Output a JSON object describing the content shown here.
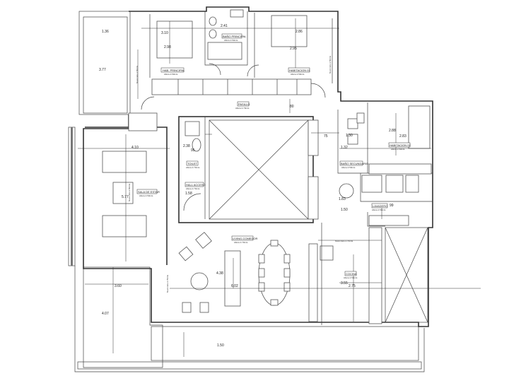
{
  "rooms": [
    {
      "name": "HAB. PRINCIPAL",
      "height": "Altura 2.50mts"
    },
    {
      "name": "BAÑO PRINCIPAL",
      "height": "Altura 2.50mts"
    },
    {
      "name": "HABITACION 01",
      "height": "Altura 2.50mts"
    },
    {
      "name": "PASILLO",
      "height": "Altura 2.70mts"
    },
    {
      "name": "TOILET",
      "height": "Altura 2.70mts"
    },
    {
      "name": "HALL ACCESO",
      "height": "Altura 2.70mts"
    },
    {
      "name": "SALA DE ESTAR",
      "height": "Altura 2.50mts"
    },
    {
      "name": "BAÑO SECUNDARIO",
      "height": "Altura 2.50mts"
    },
    {
      "name": "HABITACION 02",
      "height": "Altura 2.50mts"
    },
    {
      "name": "LAVADERO",
      "height": "Altura 2.50mts"
    },
    {
      "name": "LIVING-COMEDOR",
      "height": "Altura 2.70mts"
    },
    {
      "name": "COCINA",
      "height": "Altura 2.50mts"
    }
  ],
  "notes": {
    "ceiling_1": "Nivel cielo 2.50mts",
    "ceiling_2": "Nivel cielo 2.50mts",
    "ceiling_3": "Nivel cielo 2.50mts",
    "ceiling_4": "Nivel cielo 2.70mts",
    "ceiling_5": "Nivel cielo 2.70mts"
  },
  "dimensions": {
    "hab_principal_w": "3.10",
    "hab_principal_h": "2.98",
    "bano_w": "2.41",
    "hab01_w": "2.86",
    "hab01_h": "2.95",
    "balcony_top": "3.77",
    "balcony_top_w": "1.36",
    "pasillo": "80",
    "sala_w": "4.10",
    "sala_h": "5.77",
    "toilet_w": "2.38",
    "toilet_d": "95",
    "hall": "1.58",
    "terrace_w": "3.60",
    "terrace_h": "4.07",
    "living_h": "4.38",
    "living_w": "6.02",
    "hab02_w": "2.83",
    "hab02_h": "2.88",
    "bano2_w": "1.30",
    "bano2_h": "1.32",
    "passage": "75",
    "dining": "1.83",
    "dining_v": "1.50",
    "lavadero": "99",
    "cocina_h": "3.55",
    "cocina_w": "2.75",
    "terrace_bottom": "1.50"
  }
}
